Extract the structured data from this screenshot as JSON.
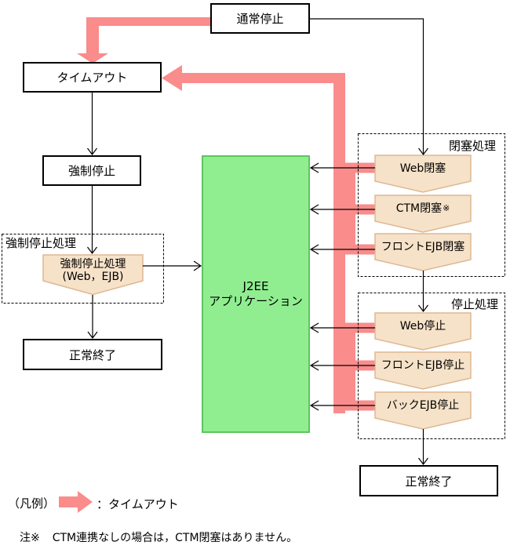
{
  "colors": {
    "pink": "#fa8c8c",
    "pentagon_fill": "#f6e2c8",
    "pentagon_border": "#deb892",
    "green_fill": "#90ee90",
    "green_border": "#5cc75c",
    "line": "#000000"
  },
  "diagram": {
    "nodes": {
      "normal_stop": "通常停止",
      "timeout": "タイムアウト",
      "forced_stop": "強制停止",
      "normal_end_left": "正常終了",
      "j2ee": {
        "line1": "J2EE",
        "line2": "アプリケーション"
      },
      "forced_stop_process": {
        "line1": "強制停止処理",
        "line2": "(Web，EJB)"
      },
      "web_blockade": "Web閉塞",
      "ctm_blockade": {
        "text": "CTM閉塞",
        "note_mark": "※"
      },
      "front_ejb_blockade": "フロントEJB閉塞",
      "web_stop": "Web停止",
      "front_ejb_stop": "フロントEJB停止",
      "back_ejb_stop": "バックEJB停止",
      "normal_end_right": "正常終了"
    },
    "groups": {
      "forced_stop_process": "強制停止処理",
      "blockade": "閉塞処理",
      "stop": "停止処理"
    },
    "legend": {
      "caption": "（凡例）",
      "timeout_label": "：タイムアウト"
    },
    "note": {
      "mark": "注※",
      "text": "CTM連携なしの場合は，CTM閉塞はありません。"
    }
  }
}
